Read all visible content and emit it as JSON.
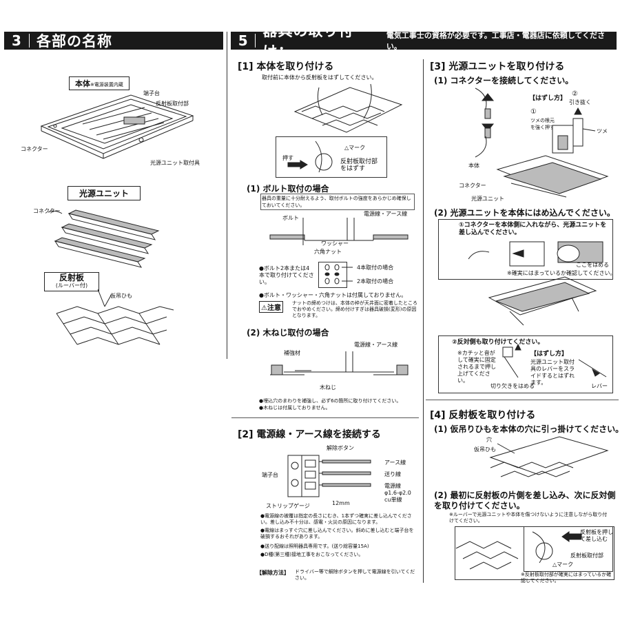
{
  "sec3": {
    "number": "3",
    "title": "各部の名称",
    "body_label": "本体",
    "body_note": "※電源装置内蔵",
    "terminal": "端子台",
    "reflector_mount": "反射板取付部",
    "connector": "コネクター",
    "unit_mount": "光源ユニット取付具",
    "unit_label": "光源ユニット",
    "unit_connector": "コネクター",
    "reflector_label": "反射板",
    "reflector_sub": "(ルーバー付)",
    "temp_string": "仮吊ひも"
  },
  "sec5": {
    "number": "5",
    "title": "器具の取り付け：",
    "subtitle": "電気工事士の資格が必要です。工事店・電器店に依頼してください。",
    "step1": {
      "title": "[1] 本体を取り付ける",
      "intro": "取付前に本体から反射板をはずしてください。",
      "push": "押す",
      "mark": "△マーク",
      "detach": "反射板取付部\nをはずす",
      "bolt_title": "(1) ボルト取付の場合",
      "bolt_note": "器具の重量に十分耐えるよう、取付ボルトの強度をあらかじめ確保しておいてください。",
      "bolt": "ボルト",
      "power_earth": "電源線・アース線",
      "washer": "ワッシャー",
      "hexnut": "六角ナット",
      "bolt_count": "●ボルト2本または4本で取り付けてください。",
      "four_mount": "4本取付の場合",
      "two_mount": "2本取付の場合",
      "bolt_not_included": "●ボルト・ワッシャー・六角ナットは付属しておりません。",
      "caution_label": "注意",
      "caution_text": "ナットの締めつけは、本体の枠が天井面に密着したところでおやめください。締め付けすぎは器具破損(変形)の原因となります。",
      "wood_title": "(2) 木ねじ取付の場合",
      "reinforce": "補強材",
      "power_earth2": "電源線・アース線",
      "woodscrew": "木ねじ",
      "wood_note1": "●埋込穴のまわりを補強し、必ず6の箇所に取り付けてください。",
      "wood_note2": "●木ねじは付属しておりません。"
    },
    "step2": {
      "title": "[2] 電源線・アース線を接続する",
      "release_button": "解除ボタン",
      "terminal": "端子台",
      "earth": "アース線",
      "feed": "送り線",
      "power": "電源線",
      "spec1": "φ1.6-φ2.0",
      "spec2": "cu単線",
      "length": "12mm",
      "strip": "ストリップゲージ",
      "note1": "●電源線の被覆は指定の長さにむき、1本ずつ確実に差し込んでください。差し込み不十分は、感電・火災の原因になります。",
      "note2": "●電線はまっすぐ穴に差し込んでください。斜めに差し込むと端子台を破損するおそれがあります。",
      "note3": "●送り配線は照明器具専用です。(送り総容量15A)",
      "note4": "●D種(第三種)接地工事をおこなってください。",
      "release_method_label": "【解除方法】",
      "release_method": "ドライバー等で解除ボタンを押して電源線を引いてください。"
    },
    "step3": {
      "title": "[3] 光源ユニットを取り付ける",
      "sub1": "(1) コネクターを接続してください。",
      "removal": "【はずし方】",
      "circle2": "②",
      "pull": "引き抜く",
      "circle1": "①",
      "press": "ツメの根元\nを強く押す",
      "claw": "ツメ",
      "body": "本体",
      "connector": "コネクター",
      "unit": "光源ユニット",
      "sub2": "(2) 光源ユニットを本体にはめ込んでください。",
      "box1": "①コネクターを本体側に入れながら、光源ユニットを差し込んでください。",
      "here": "ここをはめる",
      "check": "※確実にはまっているか確認してください。",
      "box2": "②反対側も取り付けてください。",
      "click_note": "※カチッと音がして確実に固定されるまで押し上げてください。",
      "notch": "切り欠きをはめる",
      "removal2": "【はずし方】",
      "removal2_text": "光源ユニット取付具のレバーをスライドするとはずれます。",
      "lever": "レバー"
    },
    "step4": {
      "title": "[4] 反射板を取り付ける",
      "sub1": "(1) 仮吊りひもを本体の穴に引っ掛けてください。",
      "hole": "穴",
      "string": "仮吊ひも",
      "sub2": "(2) 最初に反射板の片側を差し込み、次に反対側\nを取り付けてください。",
      "louver_note": "※ルーバーで光源ユニットや本体を傷つけないように注意しながら取り付けてください。",
      "push_in": "反射板を押し\nて差し込む",
      "reflector_mount": "反射板取付部",
      "mark": "△マーク",
      "confirm": "※反射板取付部が確実にはまっているか確認してください。"
    }
  }
}
